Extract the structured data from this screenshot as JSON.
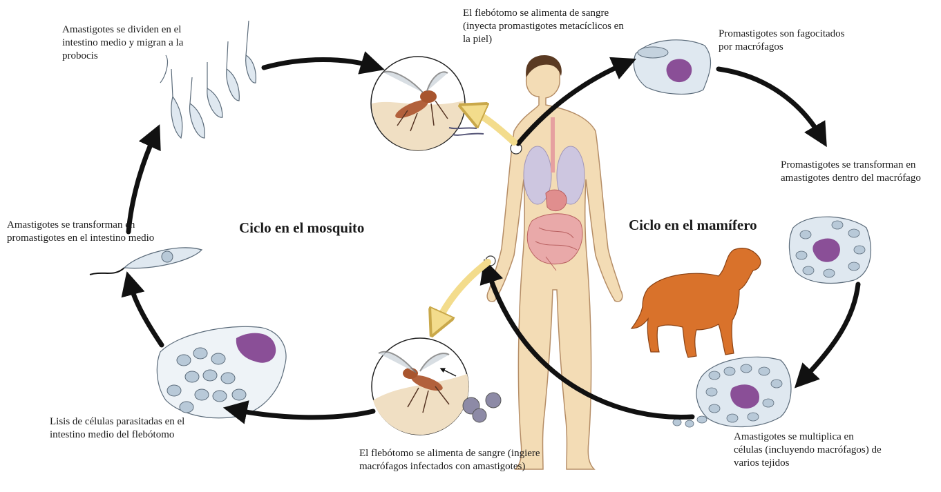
{
  "diagram": {
    "labels": {
      "cycle_mosquito": "Ciclo en el mosquito",
      "cycle_mammal": "Ciclo en el mamífero",
      "amastigotes_divide": "Amastigotes se dividen en el intestino medio y migran a la probocis",
      "sandfly_feeds_inject": "El flebótomo se alimenta de sangre (inyecta promastigotes metacíclicos en la piel)",
      "phagocytized": "Promastigotes son fagocitados por macrófagos",
      "transform_in_macrophage": "Promastigotes se transforman en amastigotes dentro del macrófago",
      "amastigotes_to_promastigotes": "Amastigotes se transforman en promastigotes en el intestino medio",
      "lysis": "Lisis de células parasitadas en el intestino medio del flebótomo",
      "sandfly_feeds_ingest": "El flebótomo se alimenta de sangre (ingiere macrófagos infectados con amastigotes)",
      "multiply": "Amastigotes se multiplica en células (incluyendo macrófagos) de varios tejidos"
    },
    "colors": {
      "arrow": "#111111",
      "yellow_arrow": "#f3dc8c",
      "skin": "#f3dcb5",
      "skin_outline": "#b58d66",
      "dog": "#d9722b",
      "nucleus": "#8a4f97",
      "cell": "#dfe8f0",
      "parasite": "#b8c9d8",
      "lungs": "#cdc6e0",
      "gut": "#e08e8e"
    },
    "icons": [
      "sandfly-icon",
      "human-figure-icon",
      "dog-icon",
      "promastigote-icon",
      "amastigote-icon",
      "macrophage-icon"
    ]
  }
}
